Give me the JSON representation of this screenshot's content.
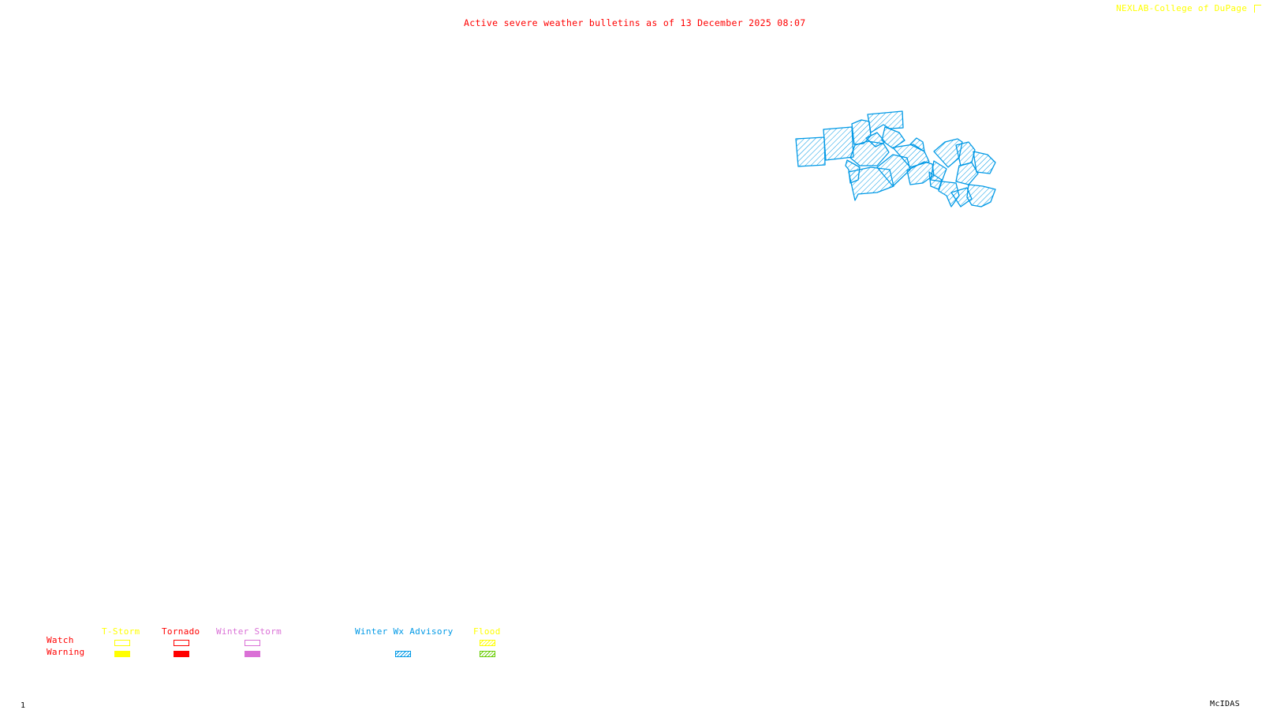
{
  "header": {
    "title": "Active severe weather bulletins as of 13 December 2025 08:07",
    "credit": "NEXLAB-College of DuPage",
    "credit_icon": "nexlab-logo-icon"
  },
  "footer": {
    "frame_number": "1",
    "software": "McIDAS"
  },
  "colors": {
    "title": "#ff0000",
    "credit": "#ffff00",
    "tstorm": "#ffff00",
    "tornado": "#ff0000",
    "winter_storm": "#da70d6",
    "winter_wx_advisory": "#0099e6",
    "flood_watch": "#ffff00",
    "flood_warning": "#66cc00"
  },
  "legend": {
    "row_labels": {
      "watch": "Watch",
      "warning": "Warning"
    },
    "categories": [
      {
        "name": "T-Storm",
        "watch": "outline",
        "warning": "solid"
      },
      {
        "name": "Tornado",
        "watch": "outline",
        "warning": "solid"
      },
      {
        "name": "Winter Storm",
        "watch": "outline",
        "warning": "solid"
      },
      {
        "name": "Winter Wx Advisory",
        "watch": null,
        "warning": "hatched"
      },
      {
        "name": "Flood",
        "watch": "hatched",
        "warning": "hatched"
      }
    ]
  },
  "map": {
    "active_bulletin_type": "Winter Wx Advisory",
    "region_count": 22
  }
}
